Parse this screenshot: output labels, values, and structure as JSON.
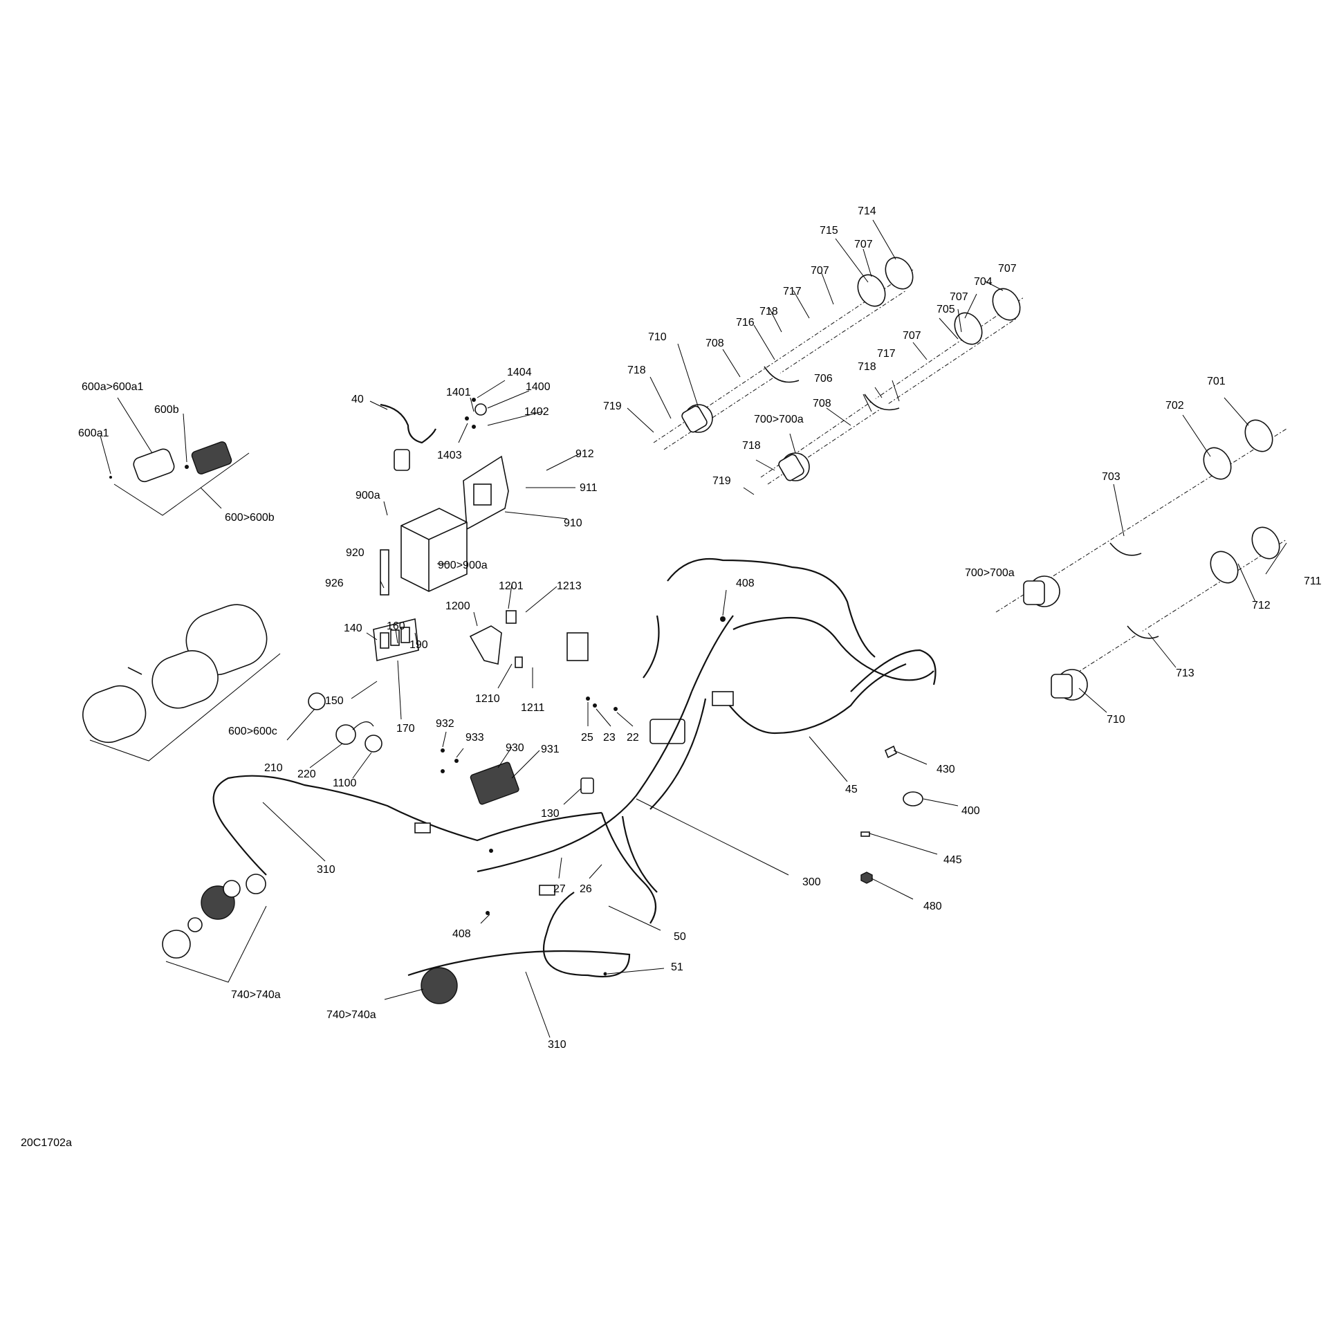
{
  "drawing_code": "20C1702a",
  "labels": [
    "714",
    "715",
    "707",
    "707",
    "717",
    "718",
    "716",
    "710",
    "708",
    "718",
    "719",
    "707",
    "704",
    "707",
    "705",
    "707",
    "717",
    "718",
    "706",
    "708",
    "700>700a",
    "718",
    "719",
    "701",
    "702",
    "703",
    "700>700a",
    "711",
    "712",
    "713",
    "710",
    "600a>600a1",
    "600b",
    "600a1",
    "600>600b",
    "40",
    "1404",
    "1401",
    "1400",
    "1402",
    "1403",
    "912",
    "911",
    "910",
    "900a",
    "920",
    "900>900a",
    "926",
    "1201",
    "1213",
    "1200",
    "1210",
    "1211",
    "140",
    "160",
    "190",
    "150",
    "170",
    "600>600c",
    "210",
    "220",
    "1100",
    "932",
    "933",
    "930",
    "931",
    "130",
    "408",
    "25",
    "23",
    "22",
    "45",
    "430",
    "400",
    "445",
    "480",
    "310",
    "300",
    "27",
    "26",
    "50",
    "408",
    "51",
    "740>740a",
    "740>740a",
    "310"
  ]
}
